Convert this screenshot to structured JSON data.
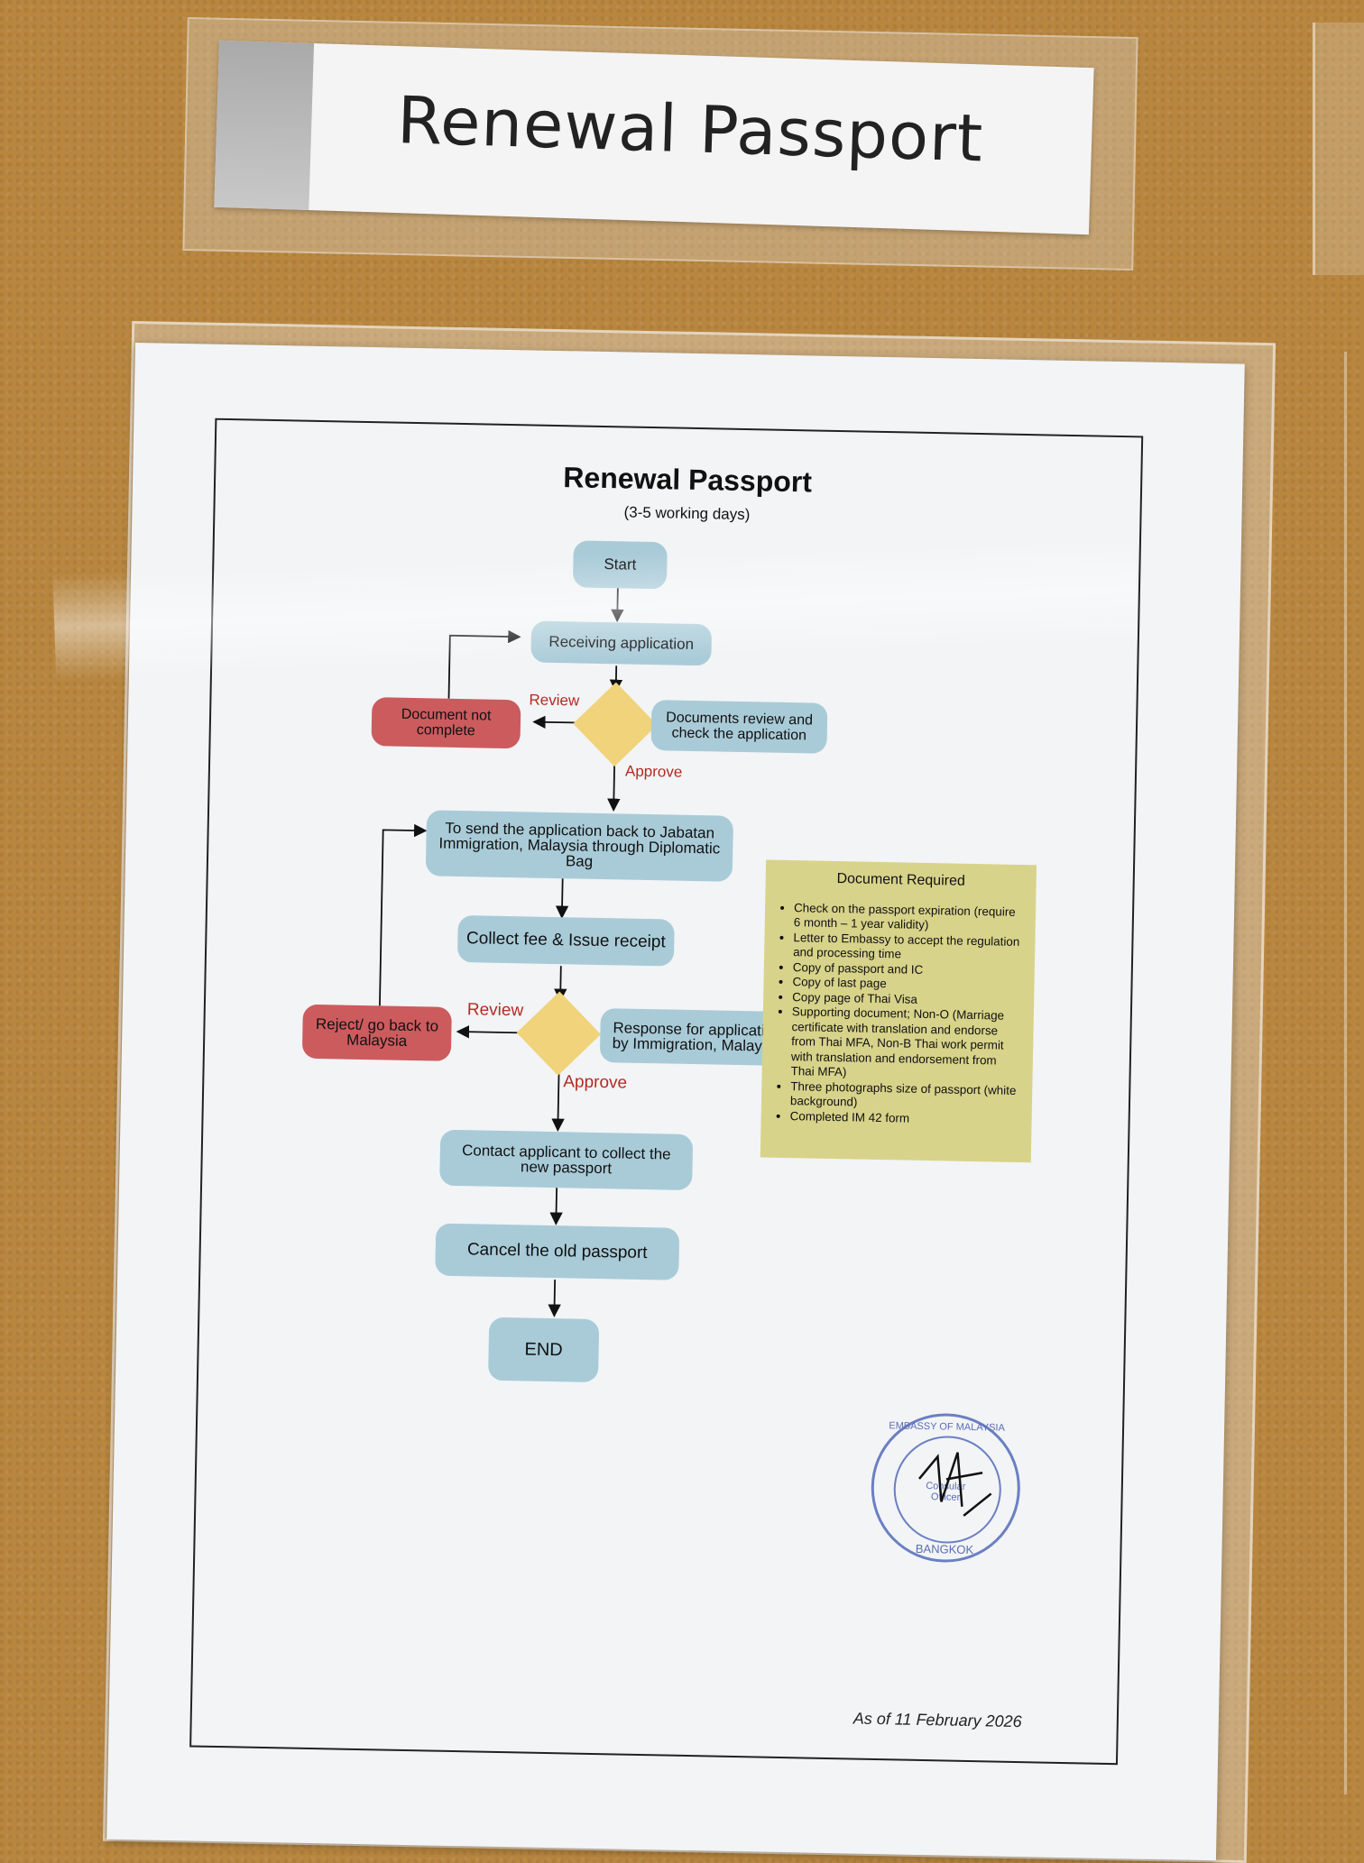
{
  "label": {
    "title": "Renewal Passport"
  },
  "poster": {
    "title": "Renewal Passport",
    "subtitle": "(3-5 working days)",
    "steps": {
      "start": "Start",
      "receiving": "Receiving application",
      "doc_review": "Documents review and check the application",
      "doc_not_complete": "Document not complete",
      "send_back": "To send the application back to Jabatan Immigration, Malaysia through Diplomatic Bag",
      "collect_fee": "Collect fee & Issue receipt",
      "response": "Response for application by Immigration, Malaysia",
      "reject": "Reject/ go back to Malaysia",
      "contact": "Contact applicant to collect the new passport",
      "cancel": "Cancel the old passport",
      "end": "END"
    },
    "branch_labels": {
      "review1": "Review",
      "approve1": "Approve",
      "review2": "Review",
      "approve2": "Approve"
    },
    "document_required": {
      "heading": "Document Required",
      "items": [
        "Check on the passport expiration (require 6 month – 1 year validity)",
        "Letter to Embassy to accept the regulation and processing time",
        "Copy of passport and IC",
        "Copy of last page",
        "Copy page of Thai Visa",
        "Supporting document; Non-O (Marriage certificate with translation and endorse from Thai MFA, Non-B Thai work permit with translation and endorsement from Thai MFA)",
        "Three photographs size of passport (white background)",
        "Completed IM 42 form"
      ]
    },
    "stamp": {
      "top": "EMBASSY OF MALAYSIA",
      "bottom": "BANGKOK",
      "center": "Consular Officer"
    },
    "as_of": "As of 11 February 2026"
  }
}
